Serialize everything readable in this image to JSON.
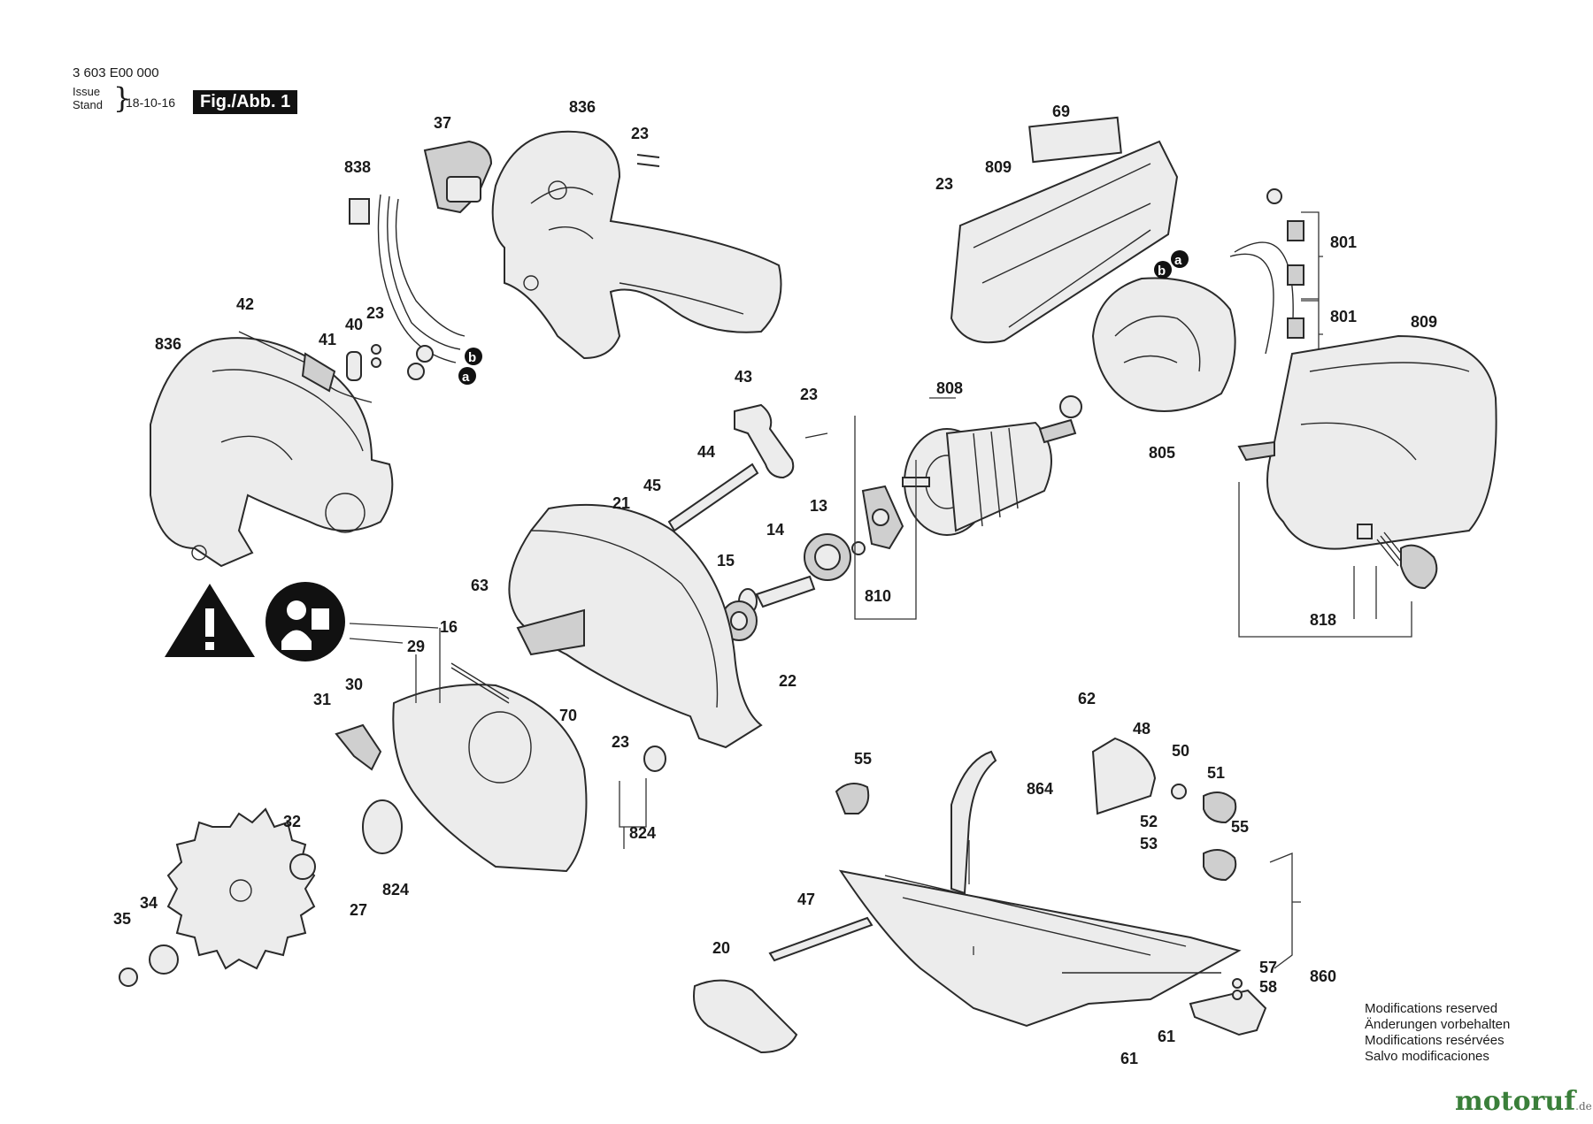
{
  "header": {
    "code": "3 603 E00 000",
    "issue_label": "Issue",
    "stand_label": "Stand",
    "date": "18-10-16",
    "figure": "Fig./Abb. 1"
  },
  "callouts": [
    {
      "id": "c-37",
      "text": "37"
    },
    {
      "id": "c-836a",
      "text": "836"
    },
    {
      "id": "c-23a",
      "text": "23"
    },
    {
      "id": "c-838",
      "text": "838"
    },
    {
      "id": "c-69",
      "text": "69"
    },
    {
      "id": "c-23b",
      "text": "23"
    },
    {
      "id": "c-809a",
      "text": "809"
    },
    {
      "id": "c-801a",
      "text": "801"
    },
    {
      "id": "c-801b",
      "text": "801"
    },
    {
      "id": "c-809b",
      "text": "809"
    },
    {
      "id": "c-42",
      "text": "42"
    },
    {
      "id": "c-40",
      "text": "40"
    },
    {
      "id": "c-23c",
      "text": "23"
    },
    {
      "id": "c-41",
      "text": "41"
    },
    {
      "id": "c-836b",
      "text": "836"
    },
    {
      "id": "c-808",
      "text": "808"
    },
    {
      "id": "c-805",
      "text": "805"
    },
    {
      "id": "c-43",
      "text": "43"
    },
    {
      "id": "c-23d",
      "text": "23"
    },
    {
      "id": "c-44",
      "text": "44"
    },
    {
      "id": "c-45",
      "text": "45"
    },
    {
      "id": "c-21",
      "text": "21"
    },
    {
      "id": "c-13",
      "text": "13"
    },
    {
      "id": "c-14",
      "text": "14"
    },
    {
      "id": "c-15",
      "text": "15"
    },
    {
      "id": "c-810",
      "text": "810"
    },
    {
      "id": "c-818",
      "text": "818"
    },
    {
      "id": "c-63",
      "text": "63"
    },
    {
      "id": "c-16",
      "text": "16"
    },
    {
      "id": "c-29",
      "text": "29"
    },
    {
      "id": "c-30",
      "text": "30"
    },
    {
      "id": "c-31",
      "text": "31"
    },
    {
      "id": "c-70",
      "text": "70"
    },
    {
      "id": "c-22",
      "text": "22"
    },
    {
      "id": "c-23e",
      "text": "23"
    },
    {
      "id": "c-62",
      "text": "62"
    },
    {
      "id": "c-48",
      "text": "48"
    },
    {
      "id": "c-55a",
      "text": "55"
    },
    {
      "id": "c-50",
      "text": "50"
    },
    {
      "id": "c-51",
      "text": "51"
    },
    {
      "id": "c-864",
      "text": "864"
    },
    {
      "id": "c-52",
      "text": "52"
    },
    {
      "id": "c-53",
      "text": "53"
    },
    {
      "id": "c-55b",
      "text": "55"
    },
    {
      "id": "c-824a",
      "text": "824"
    },
    {
      "id": "c-32",
      "text": "32"
    },
    {
      "id": "c-824b",
      "text": "824"
    },
    {
      "id": "c-27",
      "text": "27"
    },
    {
      "id": "c-34",
      "text": "34"
    },
    {
      "id": "c-35",
      "text": "35"
    },
    {
      "id": "c-47",
      "text": "47"
    },
    {
      "id": "c-20",
      "text": "20"
    },
    {
      "id": "c-57",
      "text": "57"
    },
    {
      "id": "c-58",
      "text": "58"
    },
    {
      "id": "c-860",
      "text": "860"
    },
    {
      "id": "c-61a",
      "text": "61"
    },
    {
      "id": "c-61b",
      "text": "61"
    },
    {
      "id": "c-b1",
      "text": "b"
    },
    {
      "id": "c-a1",
      "text": "a"
    },
    {
      "id": "c-b2",
      "text": "b"
    },
    {
      "id": "c-a2",
      "text": "a"
    }
  ],
  "footer": {
    "lines": [
      "Modifications reserved",
      "Änderungen vorbehalten",
      "Modifications resérvées",
      "Salvo modificaciones"
    ]
  },
  "watermark": {
    "brand": "motoruf",
    "tld": ".de"
  },
  "icons": {
    "warning": "warning-triangle-icon",
    "manual": "read-manual-icon"
  }
}
